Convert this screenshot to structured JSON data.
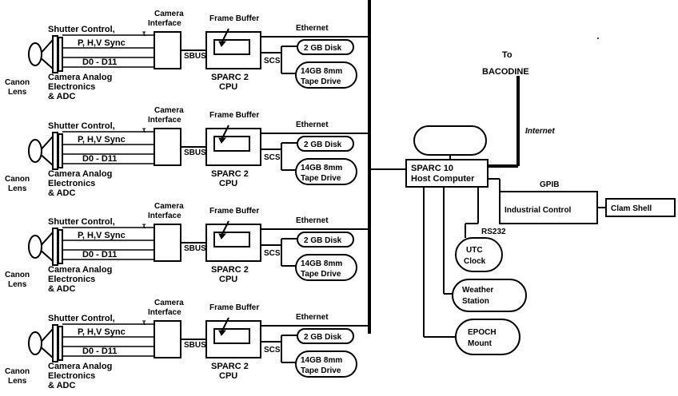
{
  "channels": [
    {
      "shutter_control": "Shutter Control,",
      "tau": "τ",
      "sync_label": "P, H,V Sync",
      "data_label": "D0 - D11",
      "camera_interface": [
        "Camera",
        "Interface"
      ],
      "frame_buffer": "Frame Buffer",
      "sbus": "SBUS",
      "scsi": "SCSI",
      "ethernet": "Ethernet",
      "disk": "2 GB Disk",
      "tape_drive": [
        "14GB 8mm",
        "Tape Drive"
      ],
      "sparc2": [
        "SPARC 2",
        "CPU"
      ],
      "canon_lens": [
        "Canon",
        "Lens"
      ],
      "camera_analog": [
        "Camera Analog",
        "Electronics",
        "& ADC"
      ]
    },
    {
      "shutter_control": "Shutter Control,",
      "tau": "τ",
      "sync_label": "P, H,V Sync",
      "data_label": "D0 - D11",
      "camera_interface": [
        "Camera",
        "Interface"
      ],
      "frame_buffer": "Frame Buffer",
      "sbus": "SBUS",
      "scsi": "SCSI",
      "ethernet": "Ethernet",
      "disk": "2 GB Disk",
      "tape_drive": [
        "14GB 8mm",
        "Tape Drive"
      ],
      "sparc2": [
        "SPARC 2",
        "CPU"
      ],
      "canon_lens": [
        "Canon",
        "Lens"
      ],
      "camera_analog": [
        "Camera Analog",
        "Electronics",
        "& ADC"
      ]
    },
    {
      "shutter_control": "Shutter Control,",
      "tau": "τ",
      "sync_label": "P, H,V Sync",
      "data_label": "D0 - D11",
      "camera_interface": [
        "Camera",
        "Interface"
      ],
      "frame_buffer": "Frame Buffer",
      "sbus": "SBUS",
      "scsi": "SCSI",
      "ethernet": "Ethernet",
      "disk": "2 GB Disk",
      "tape_drive": [
        "14GB 8mm",
        "Tape Drive"
      ],
      "sparc2": [
        "SPARC 2",
        "CPU"
      ],
      "canon_lens": [
        "Canon",
        "Lens"
      ],
      "camera_analog": [
        "Camera Analog",
        "Electronics",
        "& ADC"
      ]
    },
    {
      "shutter_control": "Shutter Control,",
      "tau": "τ",
      "sync_label": "P, H,V Sync",
      "data_label": "D0 - D11",
      "camera_interface": [
        "Camera",
        "Interface"
      ],
      "frame_buffer": "Frame Buffer",
      "sbus": "SBUS",
      "scsi": "SCSI",
      "ethernet": "Ethernet",
      "disk": "2 GB Disk",
      "tape_drive": [
        "14GB 8mm",
        "Tape Drive"
      ],
      "sparc2": [
        "SPARC 2",
        "CPU"
      ],
      "canon_lens": [
        "Canon",
        "Lens"
      ],
      "camera_analog": [
        "Camera Analog",
        "Electronics",
        "& ADC"
      ]
    }
  ],
  "host": {
    "sparc10": [
      "SPARC 10",
      "Host Computer"
    ],
    "to_bacodine": [
      "To",
      "BACODINE"
    ],
    "internet": "Internet",
    "gpib": "GPIB",
    "industrial_control": "Industrial Control",
    "clam_shell": "Clam Shell",
    "rs232": "RS232",
    "utc_clock": [
      "UTC",
      "Clock"
    ],
    "weather_station": [
      "Weather",
      "Station"
    ],
    "epoch_mount": [
      "EPOCH",
      "Mount"
    ]
  }
}
